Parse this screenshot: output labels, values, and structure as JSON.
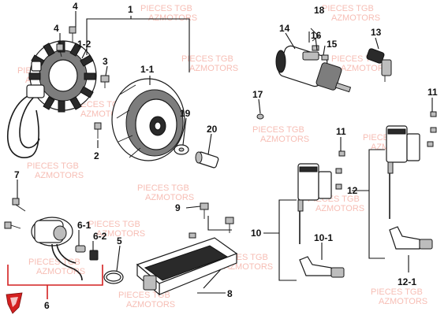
{
  "watermark": {
    "line1": "PIECES TGB",
    "line2": "AZMOTORS"
  },
  "callouts": {
    "c1": "1",
    "c1_1": "1-1",
    "c1_2": "1-2",
    "c2": "2",
    "c3": "3",
    "c4a": "4",
    "c4b": "4",
    "c5": "5",
    "c6": "6",
    "c6_1": "6-1",
    "c6_2": "6-2",
    "c7": "7",
    "c8": "8",
    "c9": "9",
    "c10": "10",
    "c10_1": "10-1",
    "c11a": "11",
    "c11b": "11",
    "c12": "12",
    "c12_1": "12-1",
    "c13": "13",
    "c14": "14",
    "c15": "15",
    "c16": "16",
    "c17": "17",
    "c18": "18",
    "c19": "19",
    "c20": "20"
  },
  "colors": {
    "line": "#1a1a1a",
    "watermark": "#f08878",
    "logo_red": "#d42020"
  },
  "logo": {
    "icon": "tgb-shield-logo"
  }
}
